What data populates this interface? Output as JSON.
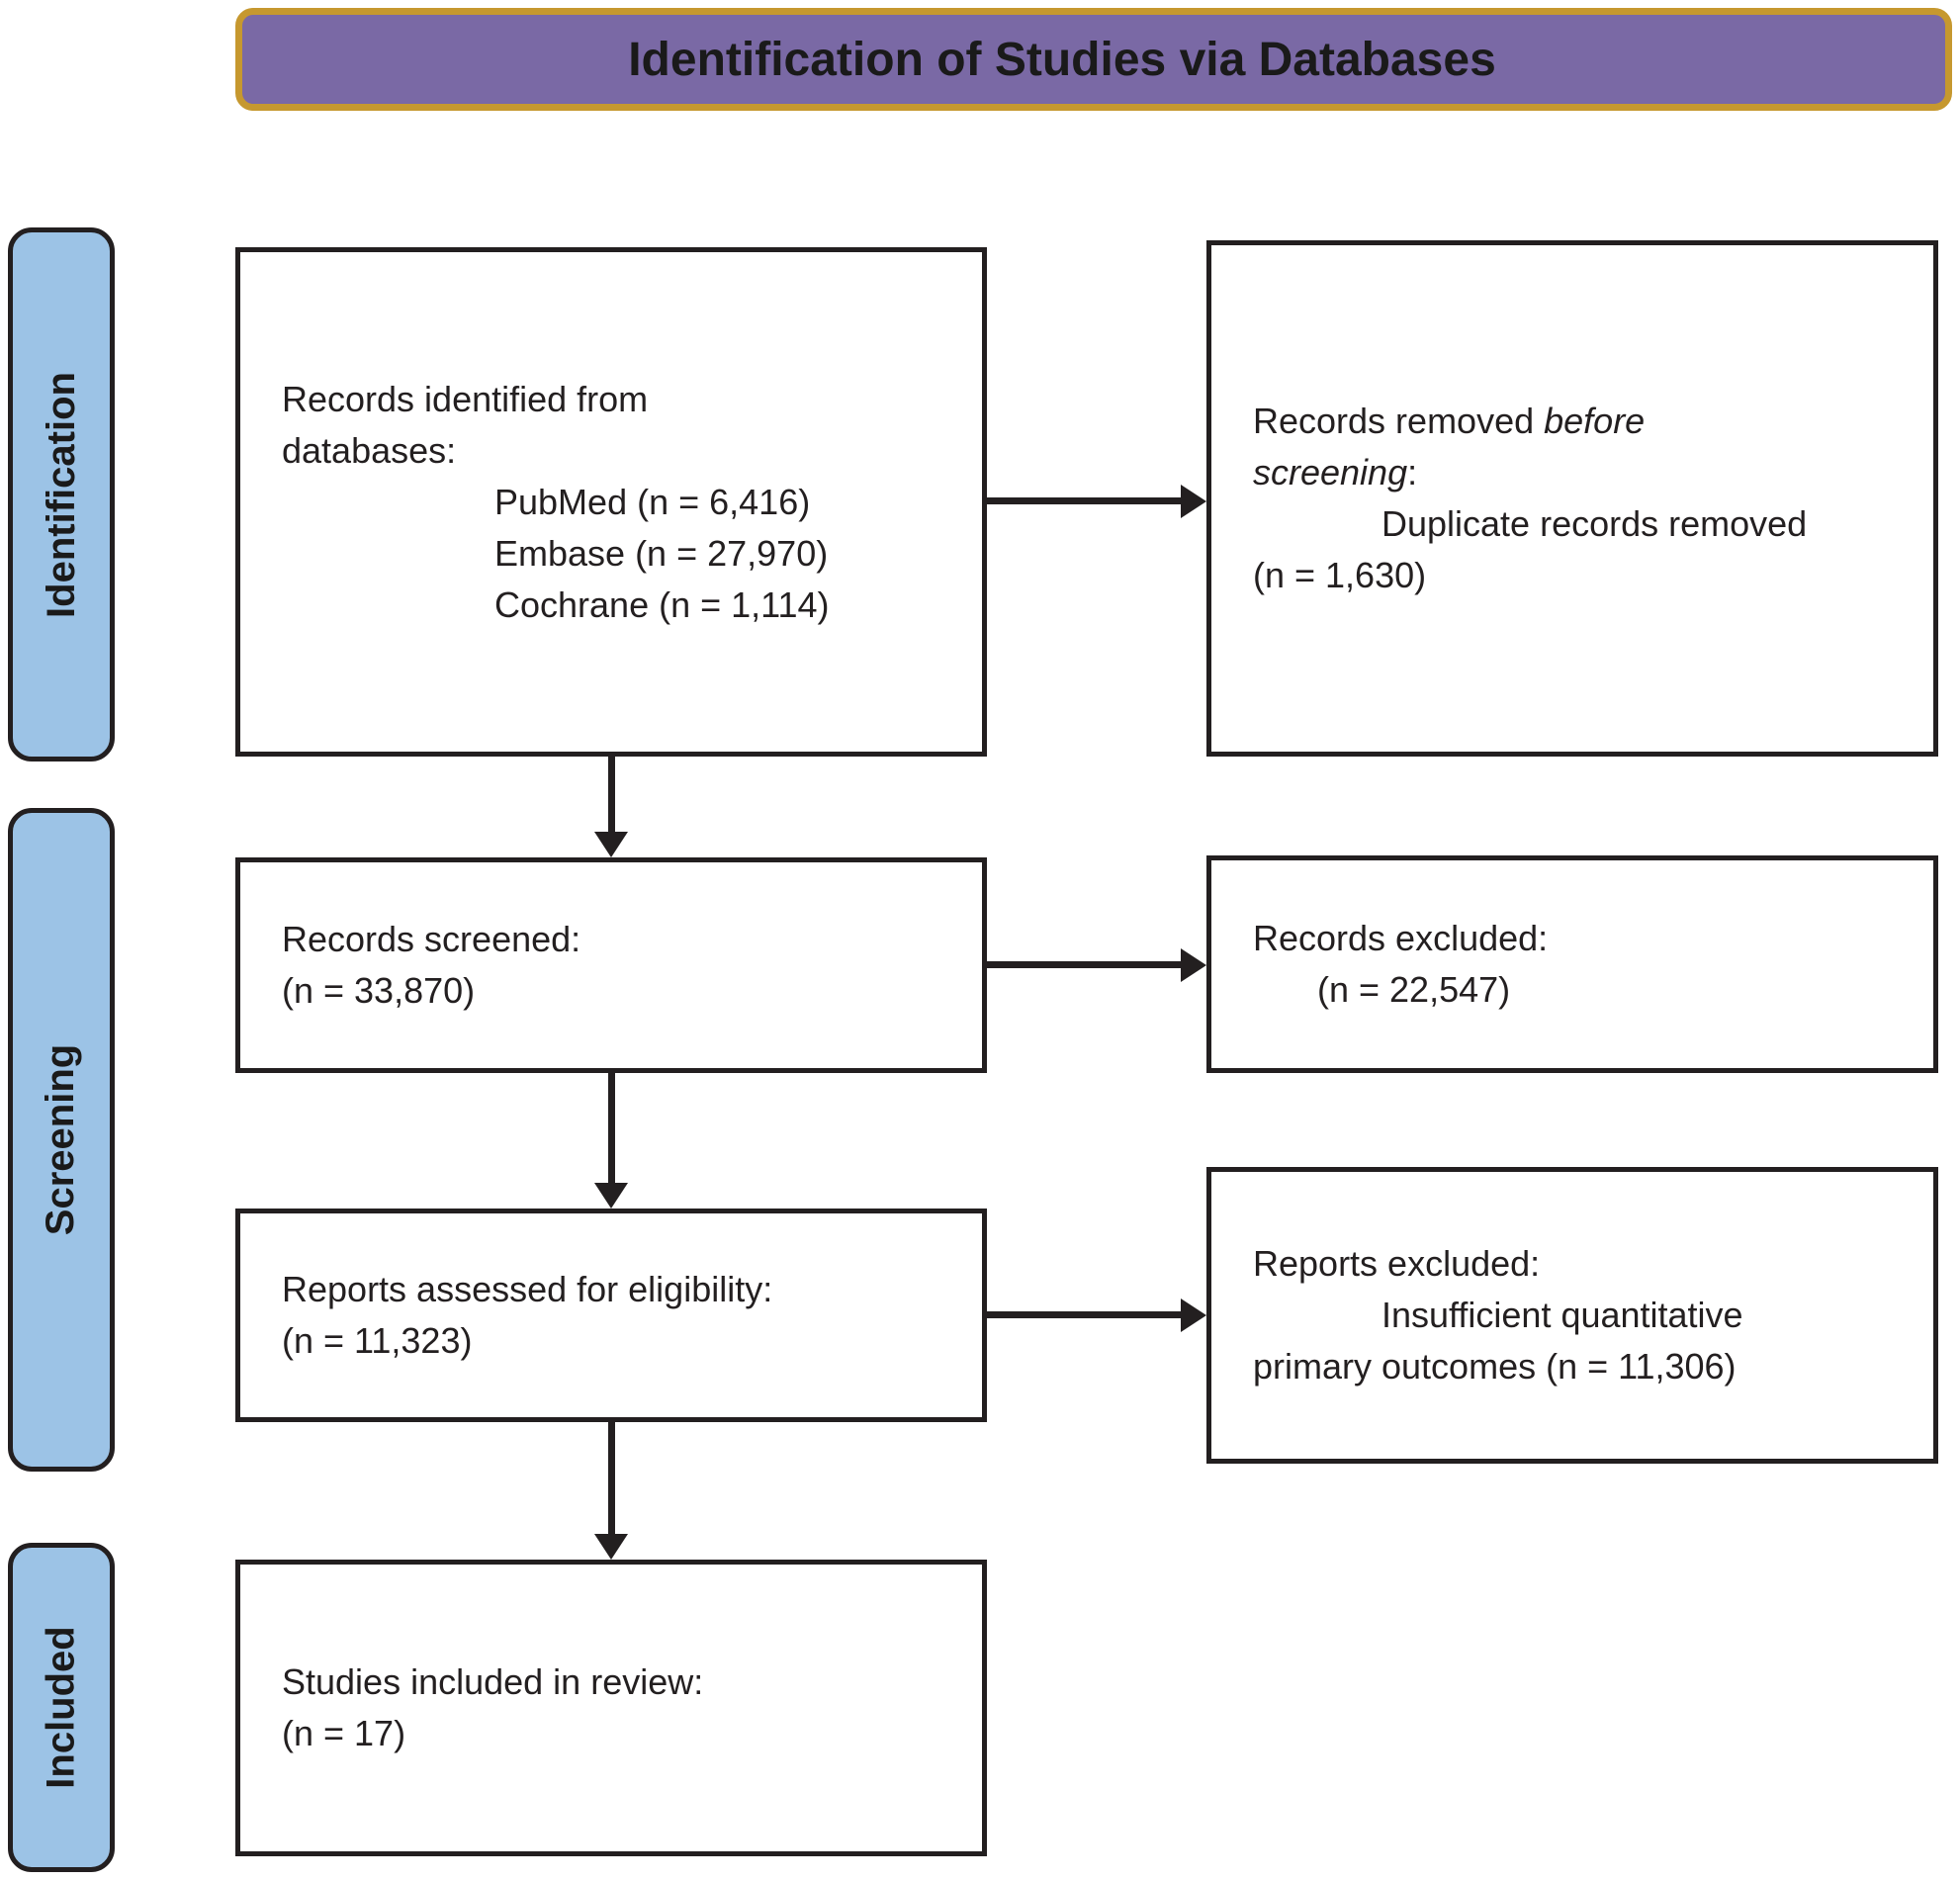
{
  "colors": {
    "banner_fill": "#7a69a5",
    "banner_border": "#c6982f",
    "stage_fill": "#9cc3e6",
    "line": "#231f20",
    "text": "#231f20"
  },
  "banner": {
    "title": "Identification of Studies via Databases"
  },
  "stages": [
    {
      "label": "Identification"
    },
    {
      "label": "Screening"
    },
    {
      "label": "Included"
    }
  ],
  "boxes": {
    "records_identified": {
      "line1": "Records identified from",
      "line2": "databases:",
      "items": [
        "PubMed (n = 6,416)",
        "Embase (n = 27,970)",
        "Cochrane (n = 1,114)"
      ]
    },
    "records_removed": {
      "line1_normal": "Records removed ",
      "line1_italic": "before",
      "line2_italic": "screening",
      "line2_normal": ":",
      "detail": "Duplicate records removed",
      "count": "(n = 1,630)"
    },
    "records_screened": {
      "line1": "Records screened:",
      "count": "(n = 33,870)"
    },
    "records_excluded": {
      "line1": "Records excluded:",
      "count": "(n = 22,547)"
    },
    "reports_assessed": {
      "line1": "Reports assessed for eligibility:",
      "count": "(n = 11,323)"
    },
    "reports_excluded": {
      "line1": "Reports excluded:",
      "detail1": "Insufficient quantitative",
      "detail2": "primary outcomes (n = 11,306)"
    },
    "studies_included": {
      "line1": "Studies included in review:",
      "count": "(n = 17)"
    }
  }
}
